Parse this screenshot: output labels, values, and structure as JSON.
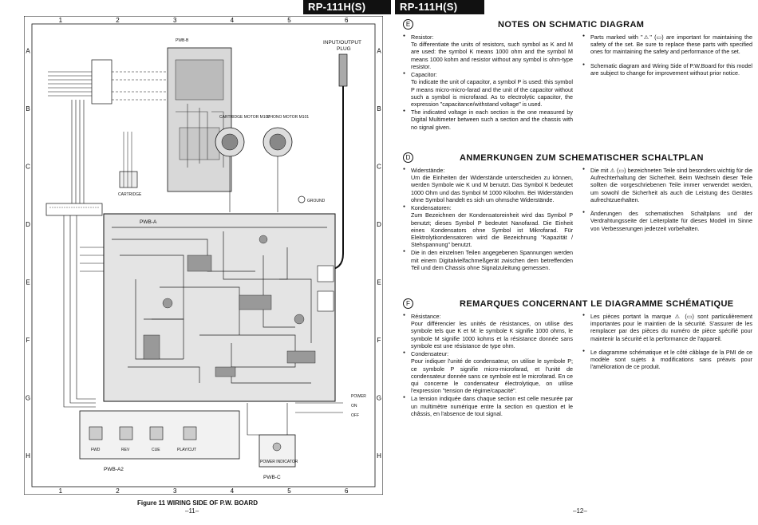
{
  "header": {
    "model_left": "RP-111H(S)",
    "model_right": "RP-111H(S)"
  },
  "schematic": {
    "grid_columns": [
      "1",
      "2",
      "3",
      "4",
      "5",
      "6"
    ],
    "grid_rows": [
      "A",
      "B",
      "C",
      "D",
      "E",
      "F",
      "G",
      "H"
    ],
    "labels": {
      "pwb_b": "PWB-B",
      "input_output": "INPUT/OUTPUT",
      "plug": "PLUG",
      "cartridge": "CARTRIDGE",
      "cartridge_motor": "CARTRIDGE MOTOR M102",
      "phono_motor": "PHONO MOTOR M101",
      "ground": "GROUND",
      "pwb_a": "PWB-A",
      "pwb_a2": "PWB-A2",
      "pwb_c": "PWB-C",
      "fwd": "FWD",
      "rev": "REV",
      "cue": "CUE",
      "play_cut": "PLAY/CUT",
      "power": "POWER",
      "on": "ON",
      "off": "OFF",
      "power_indicator": "POWER INDICATOR"
    }
  },
  "caption": "Figure 11  WIRING SIDE OF P.W. BOARD",
  "page_left": "–11–",
  "page_right": "–12–",
  "sections": [
    {
      "mark": "E",
      "title": "NOTES ON SCHMATIC DIAGRAM",
      "left": [
        {
          "t": "Resistor:",
          "b": "To differentiate the units of resistors, such symbol as K and M are used: the symbol K means 1000 ohm and the symbol M means 1000 kohm and resistor without any symbol is ohm-type resistor."
        },
        {
          "t": "Capacitor:",
          "b": "To indicate the unit of capacitor, a symbol P is used: this symbol P means micro-micro-farad and the unit of the capacitor without such a symbol is microfarad. As to electrolytic capacitor, the expression \"capacitance/withstand voltage\" is used."
        },
        {
          "t": "",
          "b": "The indicated voltage in each section is the one measured by Digital Multimeter between such a section and the chassis with no signal given."
        }
      ],
      "right": [
        {
          "t": "",
          "b": "Parts marked with \"⚠\" (▭) are important for maintaining the safety of the set. Be sure to replace these parts with specified ones for maintaining the safety and performance of the set."
        },
        {
          "t": "",
          "b": "Schematic diagram and Wiring Side of P.W.Board for this model are subject to change for improvement without prior notice."
        }
      ]
    },
    {
      "mark": "D",
      "title": "ANMERKUNGEN ZUM SCHEMATISCHER SCHALTPLAN",
      "left": [
        {
          "t": "Widerstände:",
          "b": "Um die Einheiten der Widerstände unterscheiden zu können, werden Symbole wie K und M benutzt. Das Symbol K bedeutet 1000 Ohm und das Symbol M 1000 Kiloohm. Bei Widerständen ohne Symbol handelt es sich um ohmsche Widerstände."
        },
        {
          "t": "Kondensatoren:",
          "b": "Zum Bezeichnen der Kondensatoreinheit wird das Symbol P benutzt; dieses Symbol P bedeutet Nanofarad. Die Einheit eines Kondensators ohne Symbol ist Mikrofarad. Für Elektrolytkondensatoren wird die Bezeichnung \"Kapazität / Stehspannung\" benutzt."
        },
        {
          "t": "",
          "b": "Die in den einzelnen Teilen angegebenen Spannungen werden mit einem Digitalvielfachmeßgerät zwischen dem betreffenden Teil und dem Chassis ohne Signalzuleitung gemessen."
        }
      ],
      "right": [
        {
          "t": "",
          "b": "Die mit ⚠ (▭) bezeichneten Teile sind besonders wichtig für die Aufrechterhaltung der Sicherheit. Beim Wechseln dieser Teile sollten die vorgeschriebenen Teile immer verwendet werden, um sowohl die Sicherheit als auch die Leistung des Gerätes aufrechtzuerhalten."
        },
        {
          "t": "",
          "b": "Änderungen des schematischen Schaltplans und der Verdrahtungsseite der Leiterplatte für dieses Modell im Sinne von Verbesserungen jederzeit vorbehalten."
        }
      ]
    },
    {
      "mark": "F",
      "title": "REMARQUES CONCERNANT LE DIAGRAMME SCHÉMATIQUE",
      "left": [
        {
          "t": "Résistance:",
          "b": "Pour différencier les unités de résistances, on utilise des symbole tels que K et M: le symbole K signifie 1000 ohms, le symbole M signifie 1000 kohms et la résistance donnée sans symbole est une résistance de type ohm."
        },
        {
          "t": "Condensateur:",
          "b": "Pour indiquer l'unité de condensateur, on utilise le symbole P; ce symbole P signifie micro-microfarad, et l'unité de condensateur donnée sans ce symbole est le microfarad. En ce qui concerne le condensateur électrolytique, on utilise l'expression \"tension de régime/capacité\"."
        },
        {
          "t": "",
          "b": "La tension indiquée dans chaque section est celle mesurée par un multimètre numérique entre la section en question et le châssis, en l'absence de tout signal."
        }
      ],
      "right": [
        {
          "t": "",
          "b": "Les pièces portant la marque ⚠ (▭) sont particulièrement importantes pour le maintien de la sécurité. S'assurer de les remplacer par des pièces du numéro de pièce spécifié pour maintenir la sécurité et la performance de l'appareil."
        },
        {
          "t": "",
          "b": "Le diagramme schématique et le côté câblage de la PMI de ce modèle sont sujets à modifications sans préavis pour l'amélioration de ce produit."
        }
      ]
    }
  ]
}
